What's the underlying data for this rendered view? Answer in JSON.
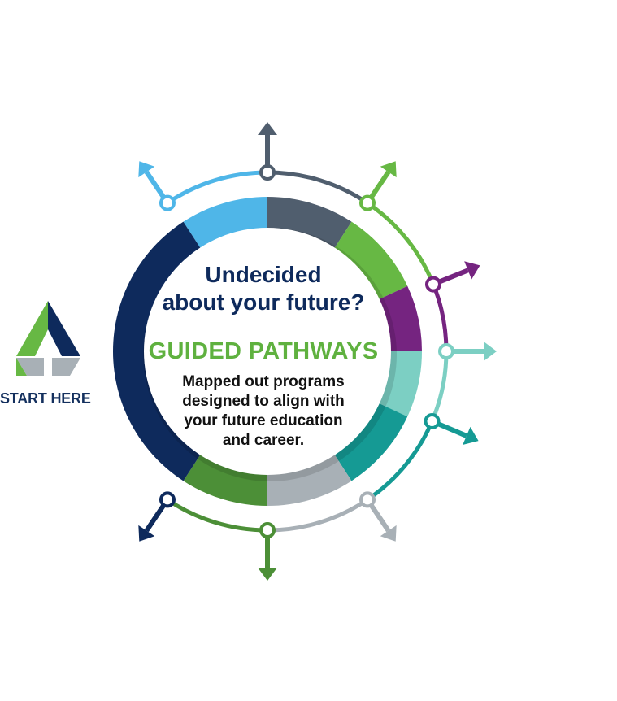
{
  "center": {
    "question_line1": "Undecided",
    "question_line2": "about your future?",
    "title": "GUIDED PATHWAYS",
    "description_lines": [
      "Mapped out programs",
      "designed to align with",
      "your future education",
      "and career."
    ]
  },
  "logo": {
    "label": "START HERE",
    "icon": "triangle-logo-icon"
  },
  "colors": {
    "navy": "#0e2a5c",
    "sky_blue": "#4fb6e8",
    "slate": "#505e6e",
    "green": "#67b844",
    "purple": "#752480",
    "light_teal": "#7ccfc3",
    "teal": "#159a94",
    "silver": "#a8b0b6",
    "dark_green": "#4c8f37"
  },
  "pathways": [
    {
      "name": "sky-blue-pathway",
      "color": "#4fb6e8"
    },
    {
      "name": "slate-pathway",
      "color": "#505e6e"
    },
    {
      "name": "green-pathway",
      "color": "#67b844"
    },
    {
      "name": "purple-pathway",
      "color": "#752480"
    },
    {
      "name": "light-teal-pathway",
      "color": "#7ccfc3"
    },
    {
      "name": "teal-pathway",
      "color": "#159a94"
    },
    {
      "name": "silver-pathway",
      "color": "#a8b0b6"
    },
    {
      "name": "dark-green-pathway",
      "color": "#4c8f37"
    },
    {
      "name": "navy-pathway",
      "color": "#0e2a5c"
    }
  ]
}
